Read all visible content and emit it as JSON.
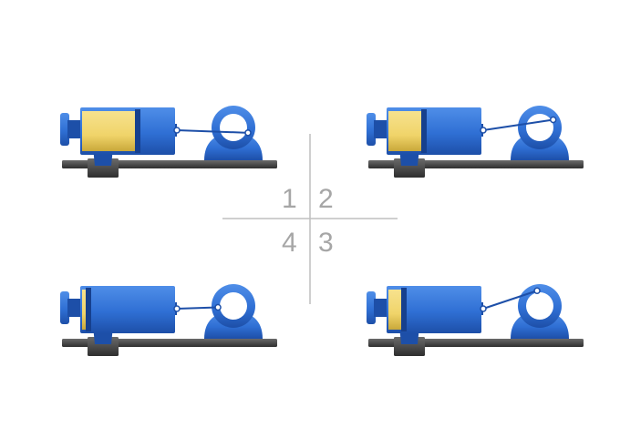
{
  "diagram": {
    "quadrant_numbers": [
      "1",
      "2",
      "3",
      "4"
    ],
    "colors": {
      "machine_blue": "#2f6fd4",
      "machine_blue_dark": "#1d4fa8",
      "machine_blue_light": "#4f8ee8",
      "piston_yellow": "#f0d46a",
      "piston_yellow_dark": "#c9a83a",
      "base_gray": "#4a4a4a",
      "base_gray_dark": "#2e2e2e",
      "divider_gray": "#bfbfbf",
      "label_gray": "#a6a6a6",
      "rod_color": "#1d4fa8"
    },
    "stages": [
      {
        "number": "1",
        "piston_fill_fraction": 0.58
      },
      {
        "number": "2",
        "piston_fill_fraction": 0.36
      },
      {
        "number": "3",
        "piston_fill_fraction": 0.14
      },
      {
        "number": "4",
        "piston_fill_fraction": 0.04
      }
    ]
  }
}
